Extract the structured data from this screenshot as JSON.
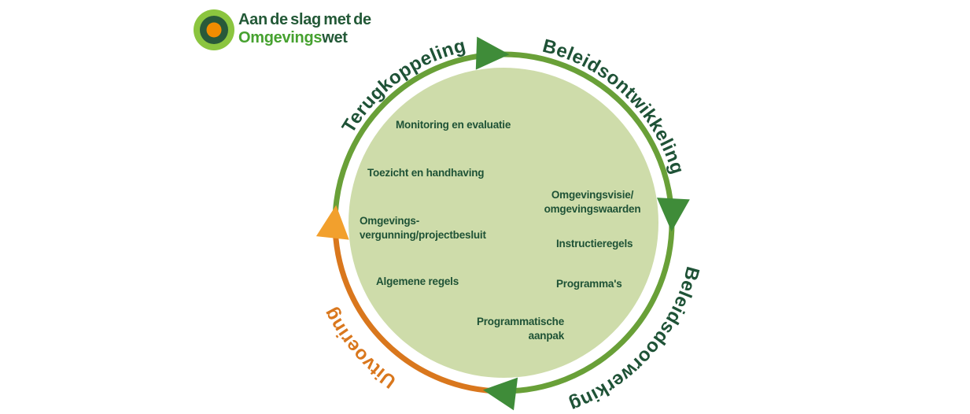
{
  "logo": {
    "tagline": "Aan de slag met de",
    "brand_part1": "Omgevings",
    "brand_part2": "wet"
  },
  "cycle": {
    "phases": [
      {
        "label": "Terugkoppeling",
        "color": "#1e5236"
      },
      {
        "label": "Beleidsontwikkeling",
        "color": "#1e5236"
      },
      {
        "label": "Beleidsdoorwerking",
        "color": "#1e5236"
      },
      {
        "label": "Uitvoering",
        "color": "#d9771d"
      }
    ],
    "instruments": [
      {
        "lines": [
          "Monitoring en evaluatie"
        ]
      },
      {
        "lines": [
          "Toezicht en handhaving"
        ]
      },
      {
        "lines": [
          "Omgevingsvisie/",
          "omgevingswaarden"
        ]
      },
      {
        "lines": [
          "Omgevings-",
          "vergunning/projectbesluit"
        ]
      },
      {
        "lines": [
          "Instructieregels"
        ]
      },
      {
        "lines": [
          "Algemene regels"
        ]
      },
      {
        "lines": [
          "Programma's"
        ]
      },
      {
        "lines": [
          "Programmatische",
          "aanpak"
        ]
      }
    ]
  },
  "colors": {
    "ring_green": "#69a038",
    "ring_orange": "#d9771d",
    "arrow_green": "#3f8c39",
    "arrow_orange": "#f2a02d",
    "inner_circle": "#cedcaa",
    "text_dark_green": "#1e5236",
    "logo_outer_ring": "#8bc53f",
    "logo_mid_ring": "#28593a",
    "logo_center_dot": "#f08c00",
    "brand_green": "#46a12f",
    "logo_dark": "#235937"
  }
}
